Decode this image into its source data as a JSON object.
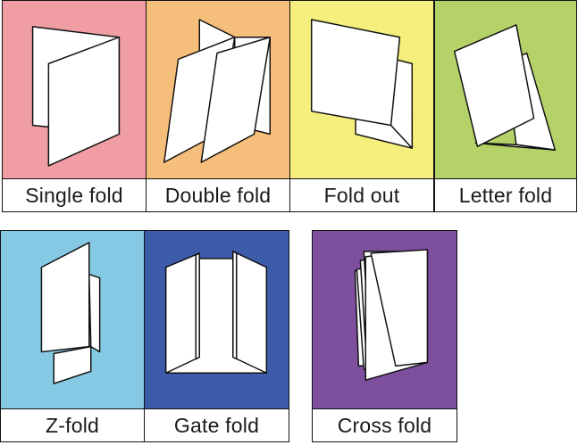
{
  "cards": [
    {
      "label": "Single fold",
      "color": "#f09ea3",
      "icon": "single-fold-icon"
    },
    {
      "label": "Double fold",
      "color": "#f6be7b",
      "icon": "double-fold-icon"
    },
    {
      "label": "Fold out",
      "color": "#f5ef7d",
      "icon": "fold-out-icon"
    },
    {
      "label": "Letter fold",
      "color": "#b4d268",
      "icon": "letter-fold-icon"
    },
    {
      "label": "Z-fold",
      "color": "#86c9e4",
      "icon": "z-fold-icon"
    },
    {
      "label": "Gate fold",
      "color": "#3c5ba8",
      "icon": "gate-fold-icon"
    },
    {
      "label": "Cross fold",
      "color": "#7d4f9d",
      "icon": "cross-fold-icon"
    }
  ]
}
